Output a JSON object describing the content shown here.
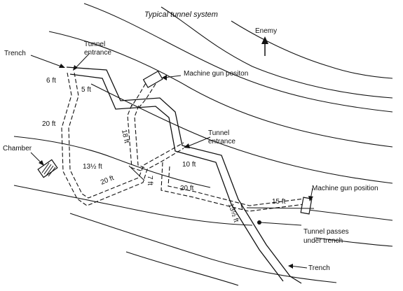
{
  "title": "Typical tunnel system",
  "labels": {
    "enemy": "Enemy",
    "trench_top": "Trench",
    "tunnel_entrance_1": [
      "Tunnel",
      "entrance"
    ],
    "machine_gun_position_1": "Machine gun positon",
    "chamber": "Chamber",
    "tunnel_entrance_2": [
      "Tunnel",
      "entrance"
    ],
    "machine_gun_position_2": "Machine gun position",
    "tunnel_passes": [
      "Tunnel passes",
      "under trench"
    ],
    "trench_bottom": "Trench"
  },
  "dimensions": {
    "d_6ft": "6 ft",
    "d_5ft": "5 ft",
    "d_20ft_left": "20 ft",
    "d_18ft": "18 ft",
    "d_13half_left": "13½ ft",
    "d_20ft_mid": "20 ft",
    "d_7ft": "7 ft",
    "d_10ft": "10 ft",
    "d_20ft_right": "20 ft",
    "d_15ft": "15 ft",
    "d_13half_right": "13½ ft"
  }
}
